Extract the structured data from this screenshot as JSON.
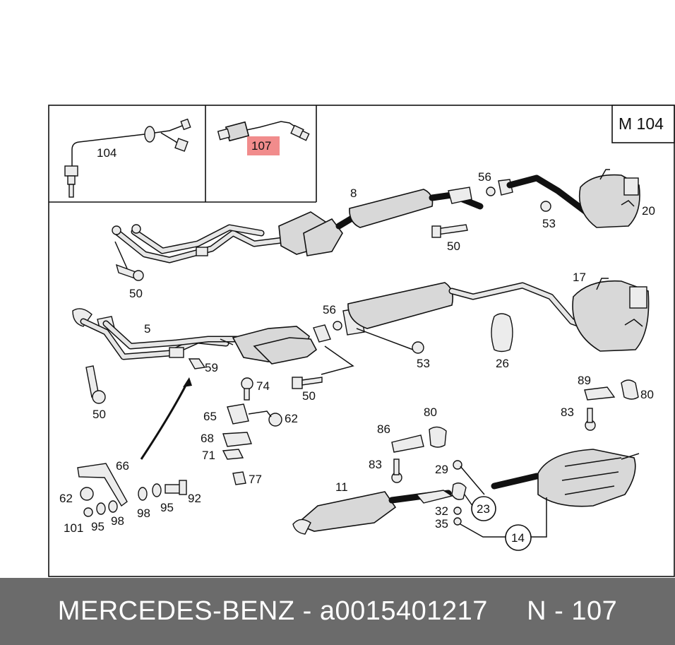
{
  "diagram": {
    "model_code": "M 104",
    "highlight_color": "#f08080",
    "inset_labels": {
      "left": "104",
      "right": "107"
    },
    "labels": {
      "l8": "8",
      "l56a": "56",
      "l20": "20",
      "l53a": "53",
      "l50a": "50",
      "l50b": "50",
      "l17": "17",
      "l56b": "56",
      "l5": "5",
      "l53b": "53",
      "l26": "26",
      "l59": "59",
      "l50c": "50",
      "l74": "74",
      "l50d": "50",
      "l65": "65",
      "l62a": "62",
      "l68": "68",
      "l71": "71",
      "l66": "66",
      "l77": "77",
      "l62b": "62",
      "l92": "92",
      "l98a": "98",
      "l95a": "95",
      "l101": "101",
      "l95b": "95",
      "l98b": "98",
      "l89": "89",
      "l80a": "80",
      "l83a": "83",
      "l80b": "80",
      "l86": "86",
      "l83b": "83",
      "l29": "29",
      "l11": "11",
      "l23": "23",
      "l32": "32",
      "l35": "35",
      "l14": "14"
    }
  },
  "footer": {
    "brand": "MERCEDES-BENZ",
    "separator": "-",
    "part_number": "a0015401217",
    "ref_prefix": "N -",
    "ref_number": "107"
  }
}
